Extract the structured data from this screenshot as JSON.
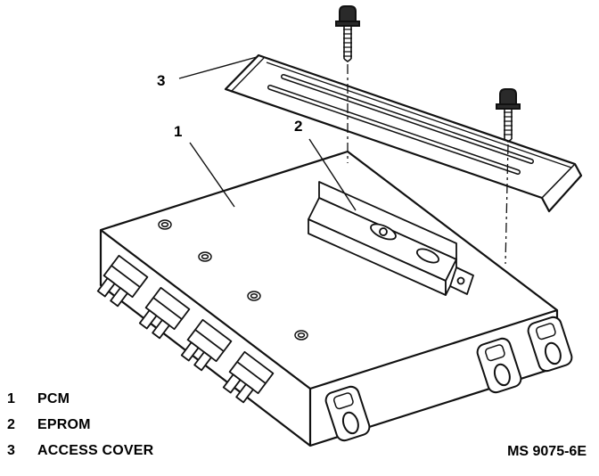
{
  "figure": {
    "code": "MS 9075-6E",
    "callouts": {
      "part1": "1",
      "part2": "2",
      "part3": "3"
    },
    "legend": {
      "items": [
        {
          "num": "1",
          "label": "PCM"
        },
        {
          "num": "2",
          "label": "EPROM"
        },
        {
          "num": "3",
          "label": "ACCESS COVER"
        }
      ]
    }
  }
}
